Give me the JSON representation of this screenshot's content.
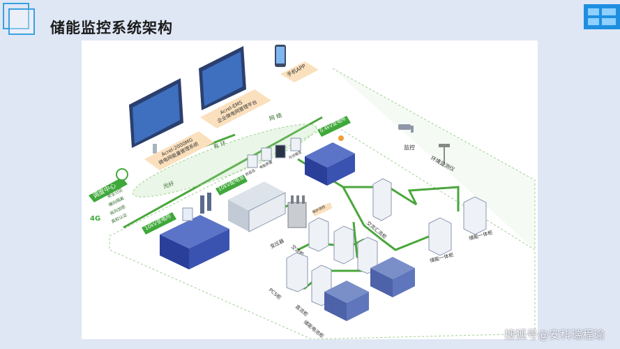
{
  "page": {
    "title": "储能监控系统架构",
    "watermark": "搜狐号@安科瑞程瑜"
  },
  "colors": {
    "accent_blue": "#2b6fd6",
    "line_green": "#4aa63c",
    "tag_orange": "#fbe0bd",
    "cabinet_navy": "#2a3f9a"
  },
  "diagram": {
    "labels": {
      "app": "手机APP",
      "ems_line1": "Acrel-EMS",
      "ems_line2": "企业微电网管理平台",
      "mg_line1": "Acrel-2000MG",
      "mg_line2": "微电网能量管理系统",
      "dispatch": "调度中心",
      "net_4g": "4G",
      "dispatch_list_1": "安全分区",
      "dispatch_list_2": "横向隔离",
      "dispatch_list_3": "纵向加密",
      "dispatch_list_4": "高权认证",
      "lan_1": "光纤",
      "lan_2": "有 环",
      "lan_3": "网 络",
      "sub_10kv": "10kV变电所",
      "room_10kv": "10kV配电室",
      "sub_04kv": "0.4kV变电所",
      "monitor": "监控",
      "env": "环境监测仪",
      "transformer": "变压器",
      "ac_cabinet": "交流柜",
      "ac_panel": "交流汇流柜",
      "pcs": "PCS柜",
      "dc": "直流柜",
      "battery": "储能电池柜",
      "ess_1": "储能一体柜",
      "ess_2": "储能一体柜",
      "meter_cab": "电能计量柜",
      "protect_box": "保护测控",
      "sub_box_1": "防孤岛",
      "sub_box_2": "电能质量",
      "sub_box_3": "光伏箱变"
    }
  }
}
